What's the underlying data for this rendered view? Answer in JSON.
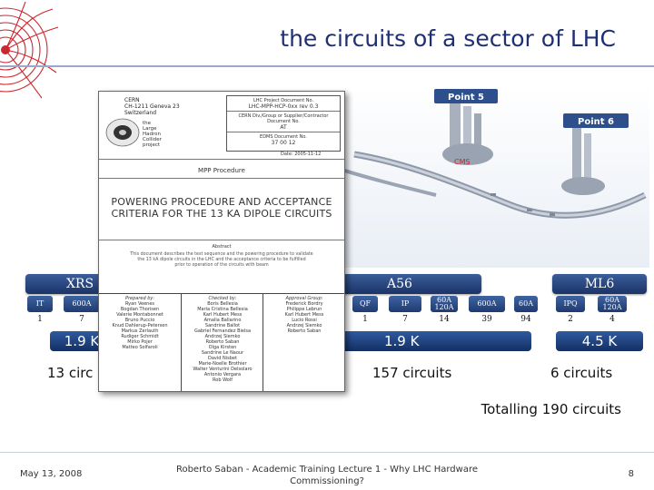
{
  "header": {
    "title": "the circuits of a sector of LHC"
  },
  "bands": {
    "xrs": "XRS",
    "a56": "A56",
    "ml6": "ML6"
  },
  "chips": {
    "left": [
      "IT",
      "600A"
    ],
    "a56": [
      "QF",
      "IP",
      "60A 120A",
      "600A",
      "60A"
    ],
    "ml6": [
      "IPQ",
      "60A 120A"
    ]
  },
  "counts": {
    "left": [
      "1",
      "7"
    ],
    "a56": [
      "1",
      "7",
      "14",
      "39",
      "94"
    ],
    "ml6": [
      "2",
      "4"
    ]
  },
  "temps": {
    "left": "1.9 K",
    "a56": "1.9 K",
    "ml6": "4.5 K"
  },
  "circuits": {
    "left": "13 circ",
    "a56": "157 circuits",
    "ml6": "6 circuits"
  },
  "total": "Totalling 190 circuits",
  "map": {
    "point5": "Point 5",
    "point6": "Point 6",
    "cms": "CMS"
  },
  "document": {
    "org_lines": [
      "CERN",
      "CH-1211 Geneva 23",
      "Switzerland"
    ],
    "project_lines": [
      "the",
      "Large",
      "Hadron",
      "Collider",
      "project"
    ],
    "ref_lines": [
      "LHC Project Document No.",
      "LHC-MPP-HCP-0xx rev 0.3",
      "CERN Div./Group or Supplier/Contractor Document No.",
      "AT",
      "EDMS Document No.",
      "37 00 12"
    ],
    "date": "Date: 2005-11-12",
    "procedure": "MPP Procedure",
    "title": "POWERING PROCEDURE AND ACCEPTANCE CRITERIA FOR THE 13 KA DIPOLE CIRCUITS",
    "abstract_label": "Abstract",
    "abstract_lines": [
      "This document describes the test sequence and the powering procedure to validate",
      "the 13 kA dipole circuits in the LHC and the acceptance criteria to be fulfilled",
      "prior to operation of the circuits with beam"
    ],
    "prepared_label": "Prepared by:",
    "prepared": [
      "Ryan Veenes",
      "Bogdan Thorisen",
      "Valerie Montabonnet",
      "Bruno Puccio",
      "Knud Dahlerup-Petersen",
      "Markus Zerlauth",
      "Rudiger Schmidt",
      "Mirko Pojer",
      "Matteo Solfaroli"
    ],
    "checked_label": "Checked by:",
    "checked": [
      "Boris Bellesia",
      "Maria Cristina Bellesia",
      "Karl Hubert Mess",
      "Amalia Ballarino",
      "Sandrine Ballot",
      "Gabriel Fernandez Bielsa",
      "Andrzej Siemko",
      "Roberto Saban",
      "Olga Kirsten",
      "Sandrine Le Naour",
      "David Nisbet",
      "Marie-Noelle Brothier",
      "Walter Venturini Delsolaro",
      "Antonio Vergara",
      "Rob Wolf"
    ],
    "approved_label": "Approval Group:",
    "approved": [
      "Frederick Bordry",
      "Philippe Lebrun",
      "Karl Hubert Mess",
      "Lucio Rossi",
      "Andrzej Siemko",
      "Roberto Saban"
    ]
  },
  "footer": {
    "date": "May 13, 2008",
    "center_lines": [
      "Roberto Saban - Academic Training Lecture 1 - Why LHC Hardware",
      "Commissioning?"
    ],
    "page": "8"
  }
}
